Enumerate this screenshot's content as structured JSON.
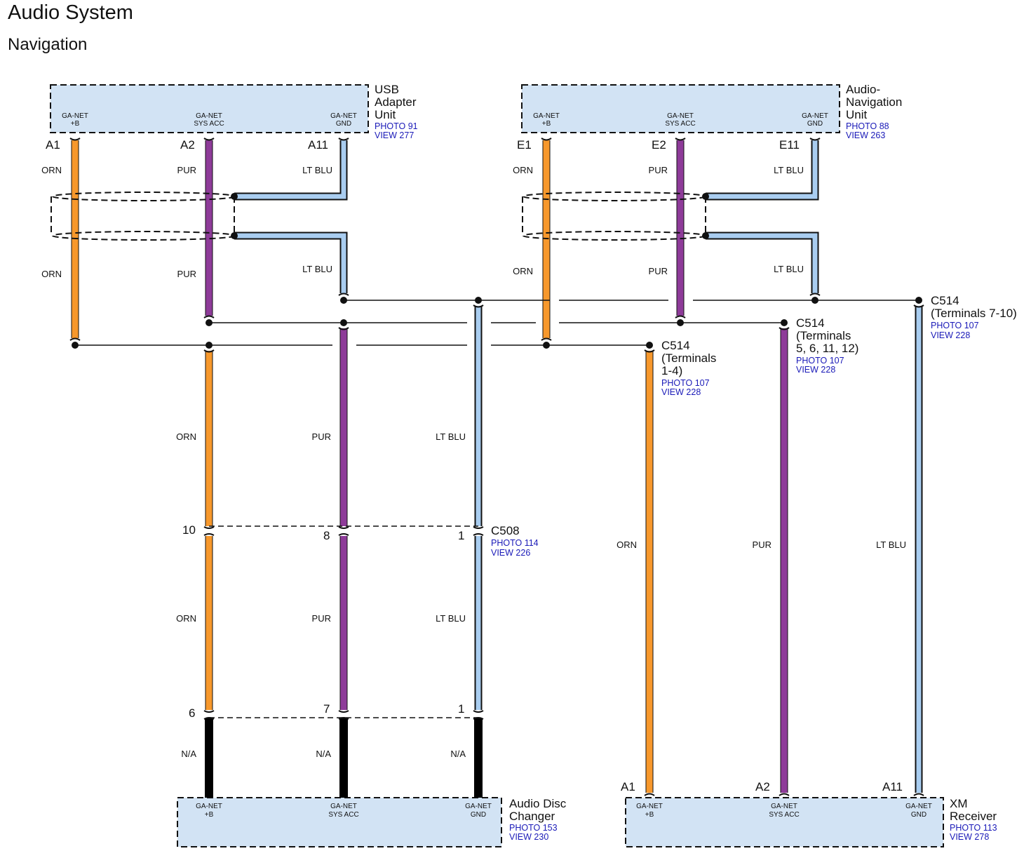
{
  "title": "Audio System",
  "subtitle": "Navigation",
  "colors": {
    "component_fill": "#d2e3f4",
    "orange_wire": "#f7982c",
    "purple_wire": "#8e3b99",
    "lightblue_wire": "#a9cdf0",
    "black_wire": "#000000",
    "ref_text": "#1a1ab8"
  },
  "components": {
    "usb": {
      "name_lines": [
        "USB",
        "Adapter",
        "Unit"
      ],
      "photo": "PHOTO 91",
      "view": "VIEW 277",
      "pins": [
        [
          "GA-NET",
          "+B"
        ],
        [
          "GA-NET",
          "SYS ACC"
        ],
        [
          "GA-NET",
          "GND"
        ]
      ],
      "terminals": [
        "A1",
        "A2",
        "A11"
      ]
    },
    "nav": {
      "name_lines": [
        "Audio-",
        "Navigation",
        "Unit"
      ],
      "photo": "PHOTO 88",
      "view": "VIEW 263",
      "pins": [
        [
          "GA-NET",
          "+B"
        ],
        [
          "GA-NET",
          "SYS ACC"
        ],
        [
          "GA-NET",
          "GND"
        ]
      ],
      "terminals": [
        "E1",
        "E2",
        "E11"
      ]
    },
    "changer": {
      "name_lines": [
        "Audio Disc",
        "Changer"
      ],
      "photo": "PHOTO 153",
      "view": "VIEW 230",
      "pins": [
        [
          "GA-NET",
          "+B"
        ],
        [
          "GA-NET",
          "SYS ACC"
        ],
        [
          "GA-NET",
          "GND"
        ]
      ]
    },
    "xm": {
      "name_lines": [
        "XM",
        "Receiver"
      ],
      "photo": "PHOTO 113",
      "view": "VIEW 278",
      "pins": [
        [
          "GA-NET",
          "+B"
        ],
        [
          "GA-NET",
          "SYS ACC"
        ],
        [
          "GA-NET",
          "GND"
        ]
      ],
      "terminals": [
        "A1",
        "A2",
        "A11"
      ]
    }
  },
  "connectors": {
    "c514_gnd": {
      "name": "C514",
      "lines": [
        "(Terminals 7-10)"
      ],
      "photo": "PHOTO 107",
      "view": "VIEW 228"
    },
    "c514_acc": {
      "name": "C514",
      "lines": [
        "(Terminals",
        "5, 6, 11, 12)"
      ],
      "photo": "PHOTO 107",
      "view": "VIEW 228"
    },
    "c514_b": {
      "name": "C514",
      "lines": [
        "(Terminals",
        "1-4)"
      ],
      "photo": "PHOTO 107",
      "view": "VIEW 228"
    },
    "c508": {
      "name": "C508",
      "photo": "PHOTO 114",
      "view": "VIEW 226",
      "pins": [
        "10",
        "8",
        "1"
      ]
    },
    "changer_conn": {
      "pins": [
        "6",
        "7",
        "1"
      ]
    }
  },
  "wire_labels": {
    "orn": "ORN",
    "pur": "PUR",
    "ltblu": "LT BLU",
    "na": "N/A"
  }
}
